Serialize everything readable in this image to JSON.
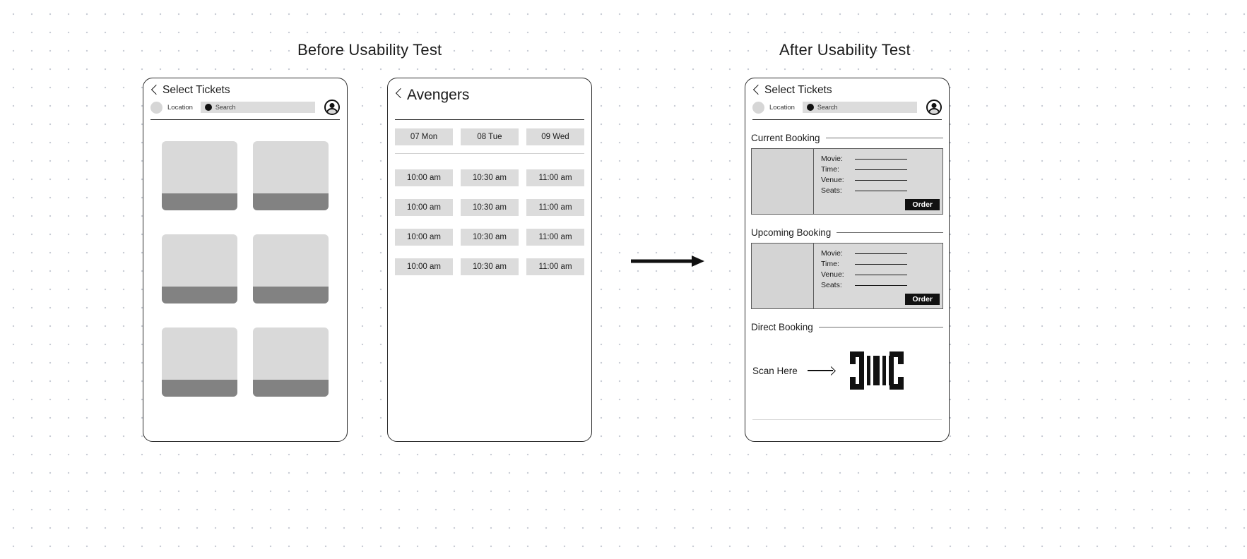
{
  "headings": {
    "before": "Before Usability Test",
    "after": "After Usability Test"
  },
  "flow_arrow_icon": "right-arrow-icon",
  "screen_browse": {
    "appbar": {
      "back_icon": "chevron-left-icon",
      "title": "Select Tickets"
    },
    "location": {
      "icon": "location-dot-icon",
      "label": "Location"
    },
    "search": {
      "icon": "search-dot-icon",
      "placeholder": "Search"
    },
    "avatar_icon": "user-avatar-icon",
    "posters": [
      {
        "id": "poster-1"
      },
      {
        "id": "poster-2"
      },
      {
        "id": "poster-3"
      },
      {
        "id": "poster-4"
      },
      {
        "id": "poster-5"
      },
      {
        "id": "poster-6"
      }
    ]
  },
  "screen_showtimes": {
    "appbar": {
      "back_icon": "chevron-left-icon",
      "title": "Avengers"
    },
    "dates": [
      "07 Mon",
      "08 Tue",
      "09 Wed"
    ],
    "times": [
      "10:00 am",
      "10:30 am",
      "11:00 am",
      "10:00 am",
      "10:30 am",
      "11:00 am",
      "10:00 am",
      "10:30 am",
      "11:00 am",
      "10:00 am",
      "10:30 am",
      "11:00 am"
    ]
  },
  "screen_bookings": {
    "appbar": {
      "back_icon": "chevron-left-icon",
      "title": "Select Tickets"
    },
    "location": {
      "icon": "location-dot-icon",
      "label": "Location"
    },
    "search": {
      "icon": "search-dot-icon",
      "placeholder": "Search"
    },
    "avatar_icon": "user-avatar-icon",
    "sections": {
      "current": {
        "title": "Current Booking",
        "fields": [
          "Movie:",
          "Time:",
          "Venue:",
          "Seats:"
        ],
        "order_label": "Order"
      },
      "upcoming": {
        "title": "Upcoming Booking",
        "fields": [
          "Movie:",
          "Time:",
          "Venue:",
          "Seats:"
        ],
        "order_label": "Order"
      },
      "direct": {
        "title": "Direct Booking",
        "scan_label": "Scan Here",
        "scan_arrow_icon": "right-arrow-icon",
        "barcode_icon": "barcode-scan-icon"
      }
    }
  },
  "colors": {
    "ink": "#1b1b1b",
    "frame": "#2b2b2b",
    "chip": "#dcdcdc",
    "poster": "#d9d9d9",
    "poster_bar": "#828282",
    "card_border": "#5a5a5a",
    "order_bg": "#111111",
    "dot_grid": "#c9cdd6"
  }
}
